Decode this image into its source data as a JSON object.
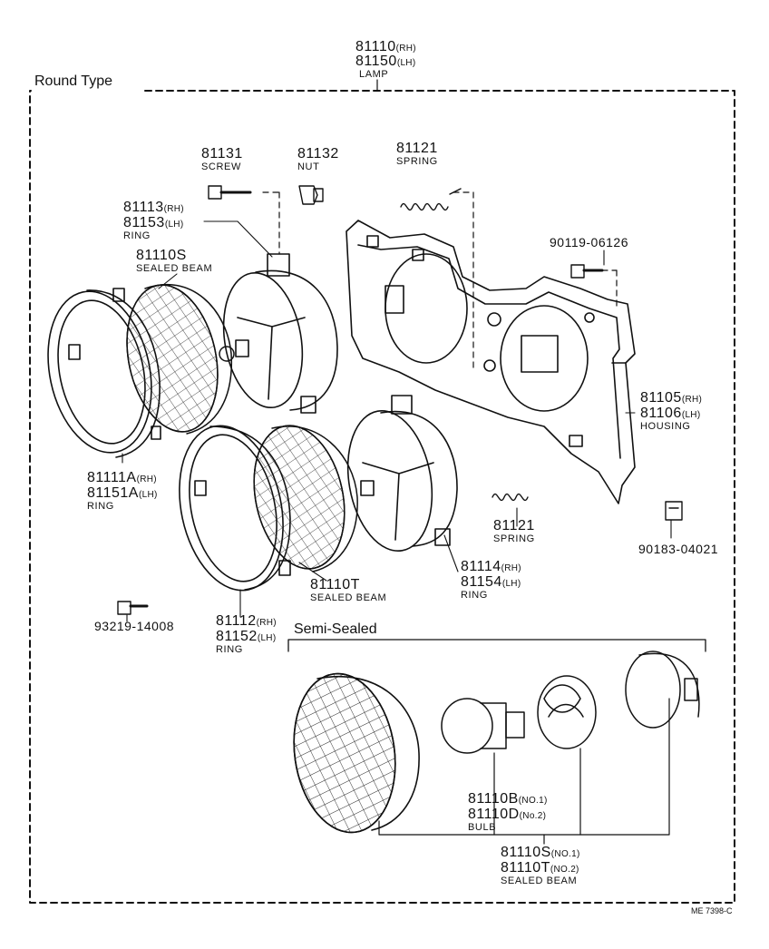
{
  "header": {
    "lamp_rh": "81110",
    "lamp_rh_sfx": "(RH)",
    "lamp_lh": "81150",
    "lamp_lh_sfx": "(LH)",
    "lamp_name": "LAMP"
  },
  "sections": {
    "round_type": "Round Type",
    "semi_sealed": "Semi-Sealed"
  },
  "parts": {
    "screw": {
      "number": "81131",
      "name": "SCREW"
    },
    "nut": {
      "number": "81132",
      "name": "NUT"
    },
    "spring_top": {
      "number": "81121",
      "name": "SPRING"
    },
    "ring_upper_rear": {
      "rh": "81113",
      "rh_sfx": "(RH)",
      "lh": "81153",
      "lh_sfx": "(LH)",
      "name": "RING"
    },
    "sealed_beam_s": {
      "number": "81110S",
      "name": "SEALED BEAM"
    },
    "bolt_90119": {
      "number": "90119-06126"
    },
    "housing": {
      "rh": "81105",
      "rh_sfx": "(RH)",
      "lh": "81106",
      "lh_sfx": "(LH)",
      "name": "HOUSING"
    },
    "ring_upper_front": {
      "rh": "81111A",
      "rh_sfx": "(RH)",
      "lh": "81151A",
      "lh_sfx": "(LH)",
      "name": "RING"
    },
    "spring_mid": {
      "number": "81121",
      "name": "SPRING"
    },
    "ring_lower_rear": {
      "rh": "81114",
      "rh_sfx": "(RH)",
      "lh": "81154",
      "lh_sfx": "(LH)",
      "name": "RING"
    },
    "clip_90183": {
      "number": "90183-04021"
    },
    "sealed_beam_t": {
      "number": "81110T",
      "name": "SEALED BEAM"
    },
    "screw_93219": {
      "number": "93219-14008"
    },
    "ring_lower_front": {
      "rh": "81112",
      "rh_sfx": "(RH)",
      "lh": "81152",
      "lh_sfx": "(LH)",
      "name": "RING"
    },
    "bulb": {
      "no1": "81110B",
      "no1_sfx": "(NO.1)",
      "no2": "81110D",
      "no2_sfx": "(No.2)",
      "name": "BULB"
    },
    "semi_beam": {
      "no1": "81110S",
      "no1_sfx": "(NO.1)",
      "no2": "81110T",
      "no2_sfx": "(NO.2)",
      "name": "SEALED BEAM"
    }
  },
  "figure_code": "ME 7398-C"
}
